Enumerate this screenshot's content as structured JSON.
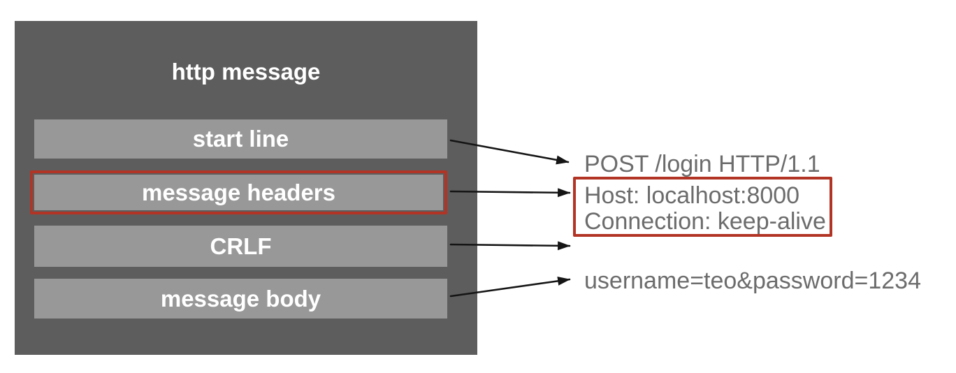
{
  "diagram": {
    "title": "http message",
    "sections": [
      {
        "label": "start line",
        "highlighted": false
      },
      {
        "label": "message headers",
        "highlighted": true
      },
      {
        "label": "CRLF",
        "highlighted": false
      },
      {
        "label": "message body",
        "highlighted": false
      }
    ]
  },
  "example": {
    "start_line": "POST /login HTTP/1.1",
    "headers": [
      "Host: localhost:8000",
      "Connection: keep-alive"
    ],
    "body": "username=teo&password=1234"
  },
  "colors": {
    "box_bg": "#5d5d5d",
    "bar_bg": "#989898",
    "highlight_red": "#b23425",
    "bar_text": "#ffffff",
    "example_text": "#6c6c6c",
    "arrow": "#151515"
  }
}
